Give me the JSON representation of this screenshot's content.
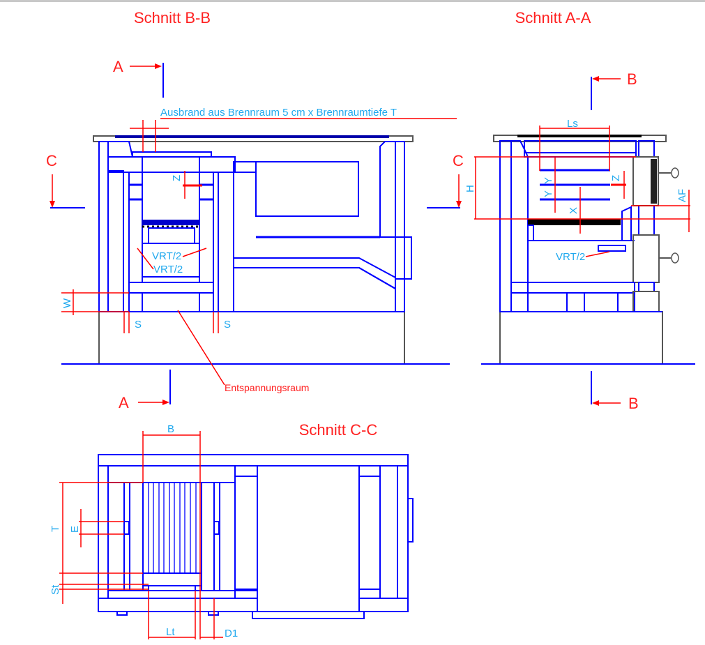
{
  "titles": {
    "bb": "Schnitt B-B",
    "aa": "Schnitt A-A",
    "cc": "Schnitt C-C"
  },
  "section_markers": {
    "a_top": "A",
    "a_bottom": "A",
    "b_top": "B",
    "b_bottom": "B",
    "c_left": "C",
    "c_right": "C"
  },
  "labels_bb": {
    "ausbrand": "Ausbrand aus Brennraum 5 cm x Brennraumtiefe T",
    "z": "Z",
    "vrt1": "VRT/2",
    "vrt2": "VRT/2",
    "w": "W",
    "s_left": "S",
    "s_right": "S",
    "entspannungsraum": "Entspannungsraum"
  },
  "labels_aa": {
    "ls": "Ls",
    "h": "H",
    "y1": "Y",
    "y2": "Y",
    "z": "Z",
    "x": "X",
    "af": "AF",
    "vrt": "VRT/2"
  },
  "labels_cc": {
    "b": "B",
    "t": "T",
    "e": "E",
    "st": "St",
    "lt": "Lt",
    "d1": "D1"
  },
  "colors": {
    "label_red": "#ff2020",
    "label_blue": "#1fa8ee",
    "outline_blue": "#0000ff",
    "hatch_red": "#ff3030"
  }
}
